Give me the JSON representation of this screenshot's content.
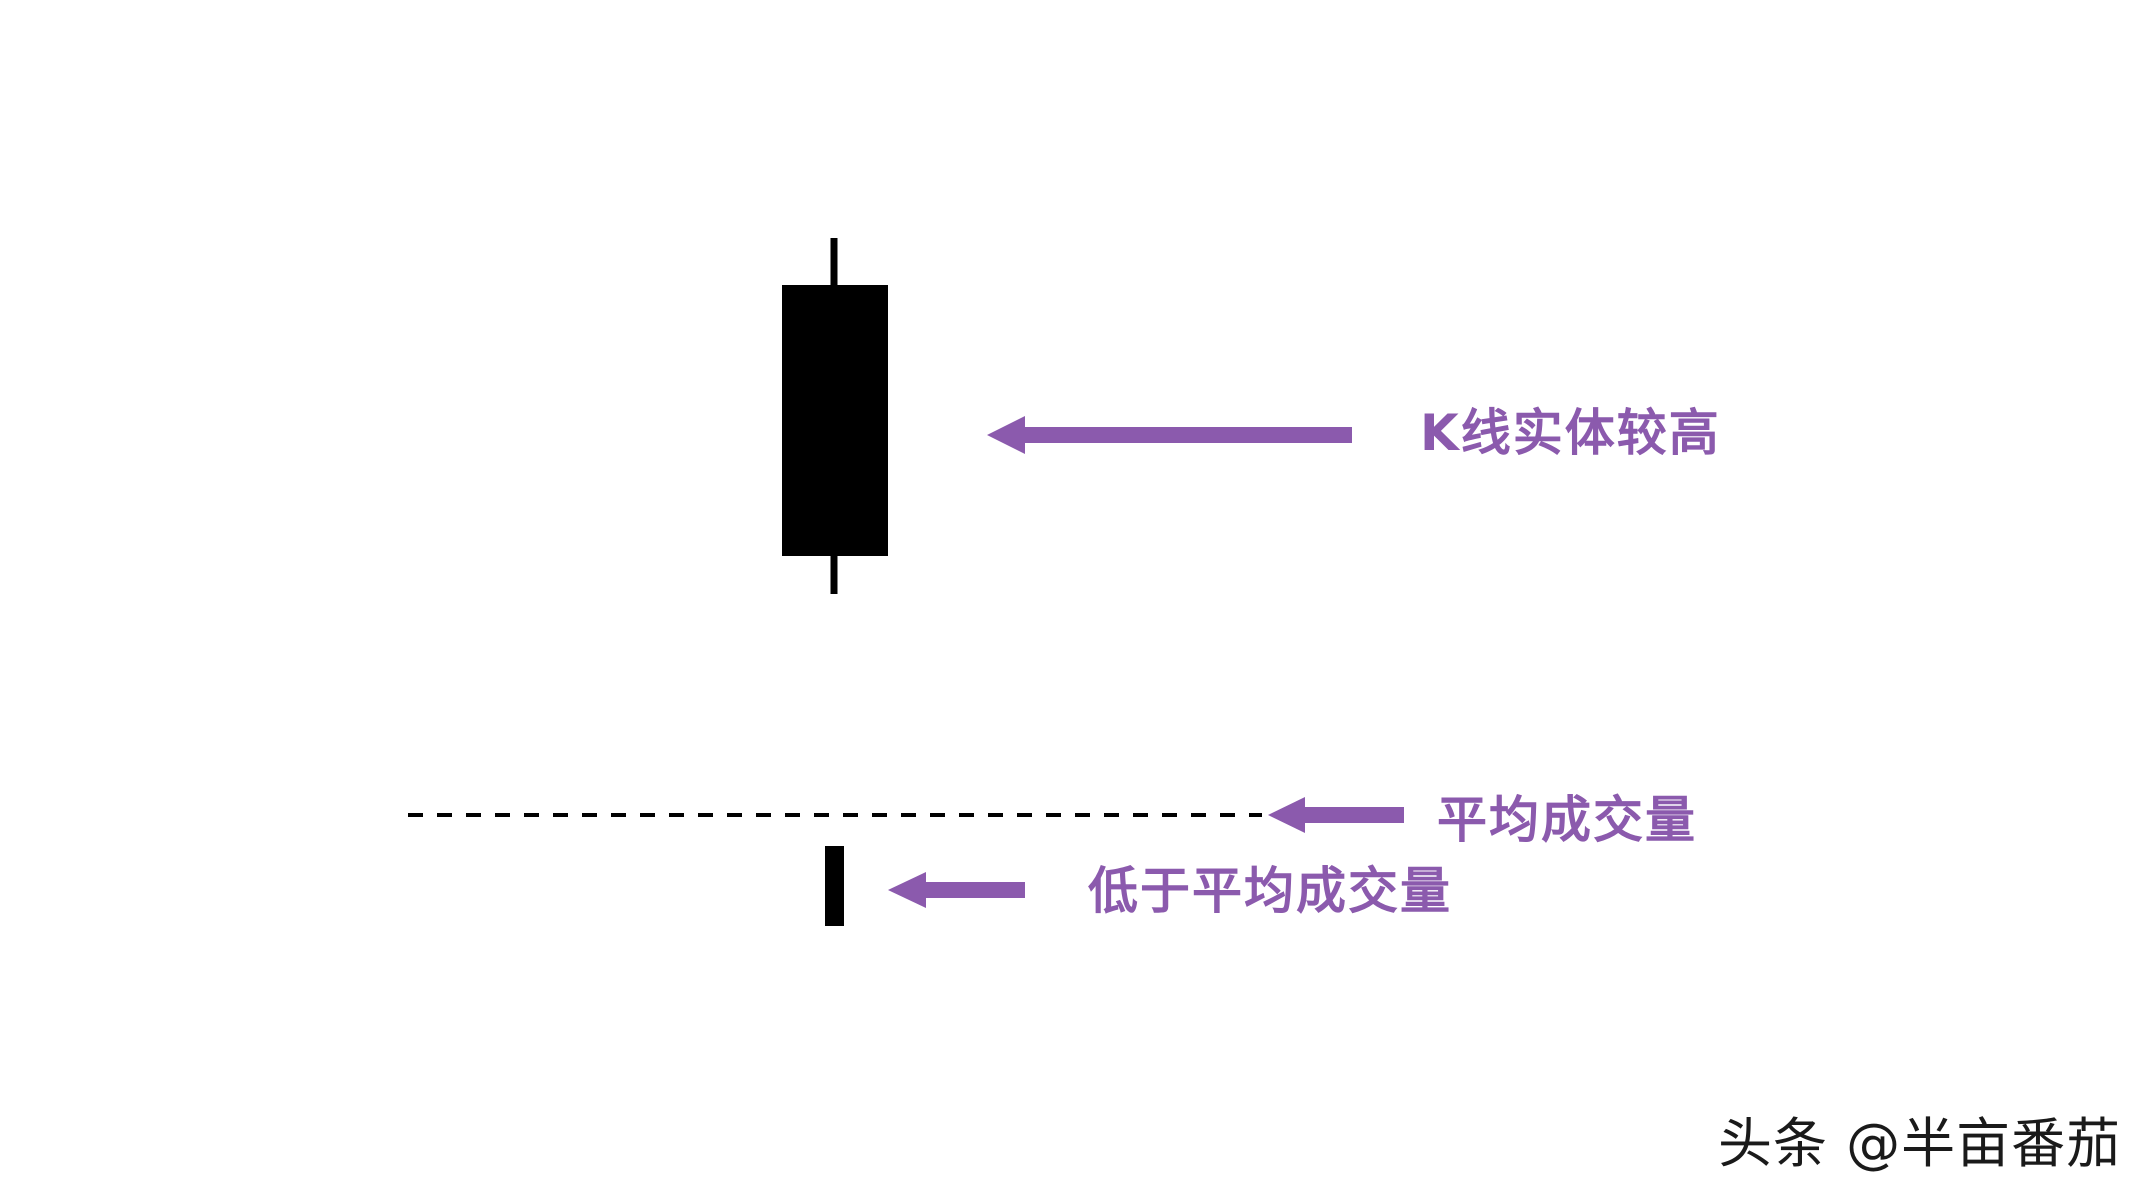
{
  "annotations": {
    "body_label": "K线实体较高",
    "average_volume_label": "平均成交量",
    "low_volume_label": "低于平均成交量"
  },
  "watermark": "头条 @半亩番茄",
  "colors": {
    "accent": "#8b5aad",
    "candle": "#000000",
    "background": "#ffffff",
    "watermark": "#1a1a1a"
  }
}
